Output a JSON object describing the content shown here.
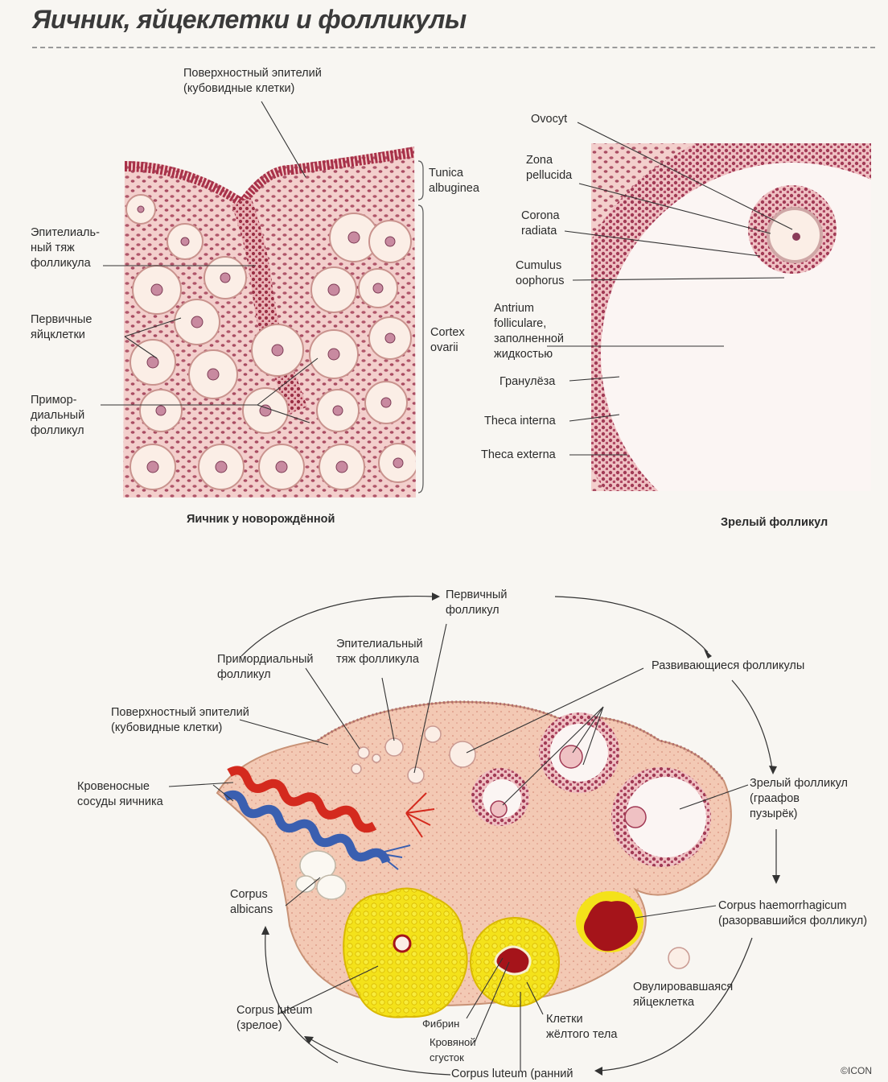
{
  "title": "Яичник, яйцеклетки и фолликулы",
  "captions": {
    "newborn": "Яичник у новорождённой",
    "mature": "Зрелый фолликул"
  },
  "top_left_labels": {
    "surface_epithelium": "Поверхностный эпителий\n(кубовидные клетки)",
    "tunica_albuginea": "Tunica\nalbuginea",
    "epithelial_cord": "Эпителиаль-\nный тяж\nфолликула",
    "primary_oocytes": "Первичные\nяйцклетки",
    "cortex_ovarii": "Cortex\novarii",
    "primordial_follicle": "Примор-\nдиальный\nфолликул"
  },
  "top_right_labels": {
    "ovocyt": "Ovocyt",
    "zona_pellucida": "Zona\npellucida",
    "corona_radiata": "Corona\nradiata",
    "cumulus_oophorus": "Cumulus\noophorus",
    "antrum": "Antrium\nfolliculare,\nзаполненной\nжидкостью",
    "granulosa": "Гранулёза",
    "theca_interna": "Theca interna",
    "theca_externa": "Theca externa"
  },
  "bottom_labels": {
    "primary_follicle": "Первичный\nфолликул",
    "epithelial_cord": "Эпителиальный\nтяж фолликула",
    "primordial_follicle": "Примордиальный\nфолликул",
    "developing_follicles": "Развивающиеся фолликулы",
    "surface_epithelium": "Поверхностный эпителий\n(кубовидные клетки)",
    "blood_vessels": "Кровеносные\nсосуды яичника",
    "mature_follicle": "Зрелый фолликул\n(граафов\nпузырёк)",
    "corpus_albicans": "Corpus\nalbicans",
    "corpus_haemorrhagicum": "Corpus haemorrhagicum\n(разорвавшийся фолликул)",
    "ovulated_oocyte": "Овулировавшаяся\nяйцеклетка",
    "corpus_luteum_mature": "Corpus luteum\n(зрелое)",
    "fibrin": "Фибрин",
    "blood_clot": "Кровяной\nсгусток",
    "luteal_cells": "Клетки\nжёлтого тела",
    "corpus_luteum_early": "Corpus luteum (ранний"
  },
  "signature": "©ICON",
  "colors": {
    "tissue": "#f2c9c6",
    "nuclei": "#9c3a4a",
    "epithelium": "#b5304a",
    "artery": "#d42a1e",
    "vein": "#3a5fb0",
    "luteum": "#f4e21a",
    "haemorrhage": "#a5141a",
    "ovary": "#f5cfb8"
  }
}
